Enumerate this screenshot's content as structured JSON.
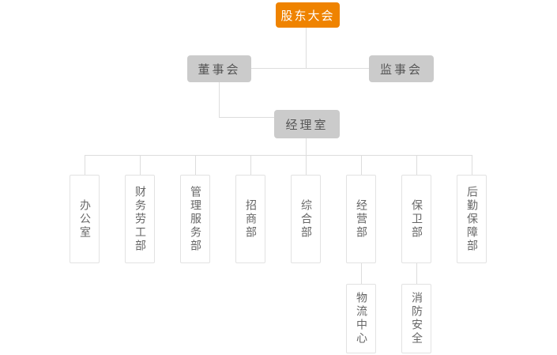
{
  "org_chart": {
    "title": "company-organization-chart",
    "root": {
      "label": "股东大会"
    },
    "level2": [
      {
        "id": "board-of-directors",
        "label": "董事会"
      },
      {
        "id": "supervisory-board",
        "label": "监事会"
      }
    ],
    "level3": {
      "id": "manager-office",
      "label": "经理室"
    },
    "departments": [
      {
        "id": "office",
        "label": "办公室"
      },
      {
        "id": "finance-labor",
        "label": "财务劳工部"
      },
      {
        "id": "management-service",
        "label": "管理服务部"
      },
      {
        "id": "investment-promotion",
        "label": "招商部"
      },
      {
        "id": "general-affairs",
        "label": "综合部"
      },
      {
        "id": "operations",
        "label": "经营部"
      },
      {
        "id": "security",
        "label": "保卫部"
      },
      {
        "id": "logistics-support",
        "label": "后勤保障部"
      }
    ],
    "subunits": [
      {
        "id": "logistics-center",
        "label": "物流中心",
        "parent": "经营部"
      },
      {
        "id": "fire-safety",
        "label": "消防安全",
        "parent": "保卫部"
      }
    ]
  },
  "colors": {
    "root_bg": "#ef8300",
    "root_text": "#ffffff",
    "committee_bg": "#cbcbcb",
    "committee_text": "#555555",
    "dept_border": "#e2e2e2",
    "dept_text": "#666666",
    "connector_line": "#dddddd"
  }
}
